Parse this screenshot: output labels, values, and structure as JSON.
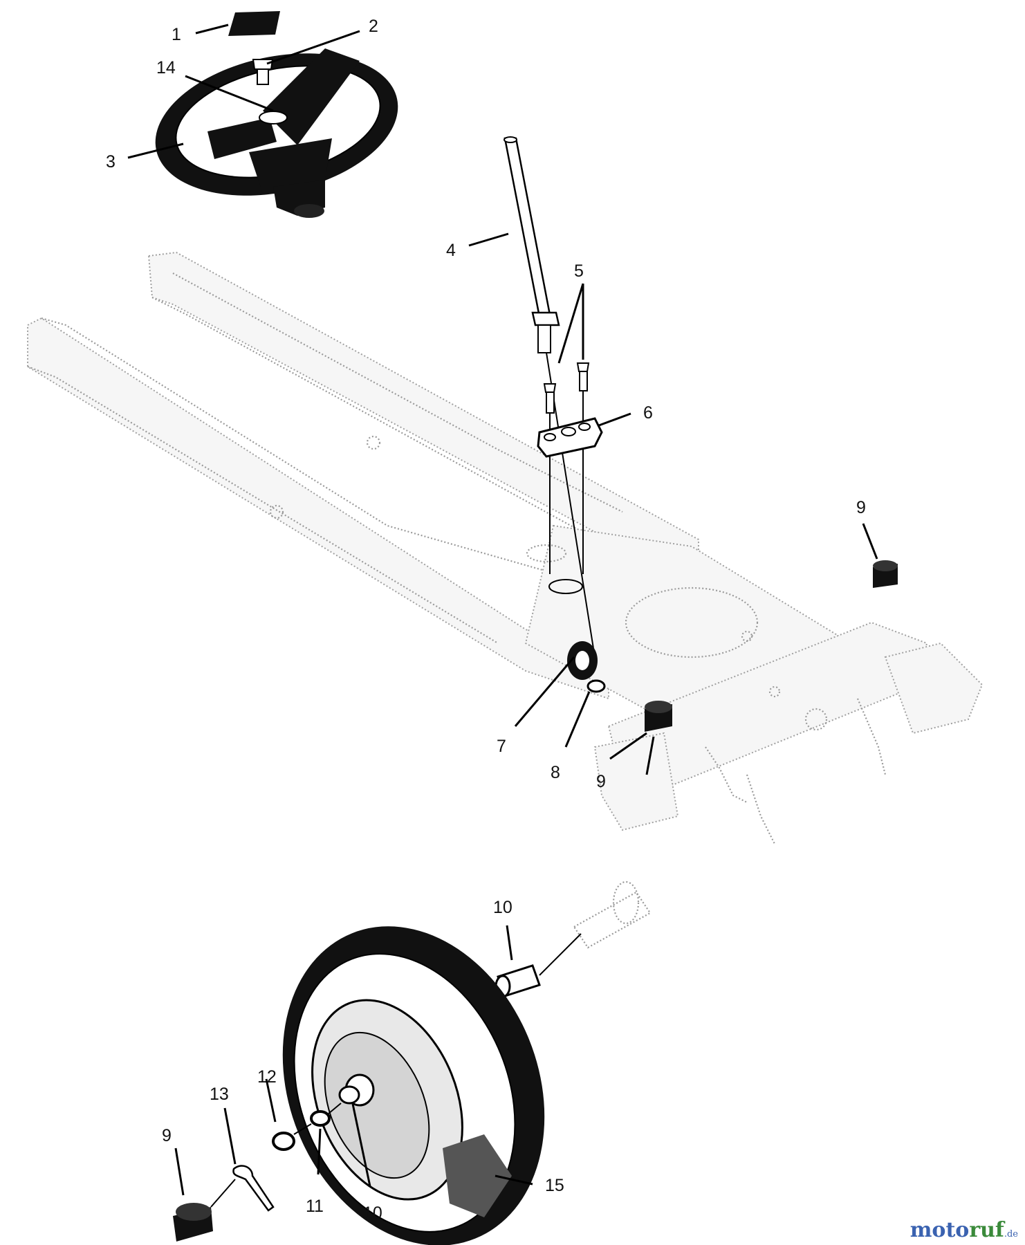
{
  "callouts": [
    "1",
    "2",
    "14",
    "3",
    "4",
    "5",
    "6",
    "9",
    "7",
    "8",
    "9",
    "10",
    "12",
    "13",
    "9",
    "11",
    "10",
    "15"
  ],
  "brand": {
    "name_part1": "moto",
    "name_part2": "ruf",
    "domain": ".de",
    "colors": {
      "m": "#3a62b0",
      "o": "#d23a2a",
      "t": "#e0a21a",
      "o2": "#3a8a3a",
      "rest": "#3a62b0"
    }
  },
  "icons": [
    "steering-wheel-icon",
    "tire-icon",
    "bolt-icon",
    "gear-icon",
    "bushing-icon"
  ]
}
